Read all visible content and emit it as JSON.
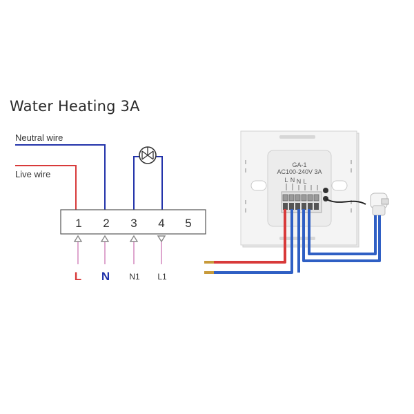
{
  "title": "Water Heating 3A",
  "wires": {
    "neutral_label": "Neutral wire",
    "live_label": "Live wire",
    "neutral_color": "#2233aa",
    "live_color": "#d83a3a"
  },
  "terminal_block": {
    "numbers": [
      "1",
      "2",
      "3",
      "4",
      "5"
    ]
  },
  "bottom_labels": {
    "l": "L",
    "n": "N",
    "n1": "N1",
    "l1": "L1",
    "l_color": "#d83a3a",
    "n_color": "#2233aa"
  },
  "load_icon": "water-valve-icon",
  "device": {
    "model": "GA-1",
    "rating": "AC100-240V 3A",
    "terminal_marks": [
      "L",
      "N",
      "N",
      "L"
    ]
  }
}
